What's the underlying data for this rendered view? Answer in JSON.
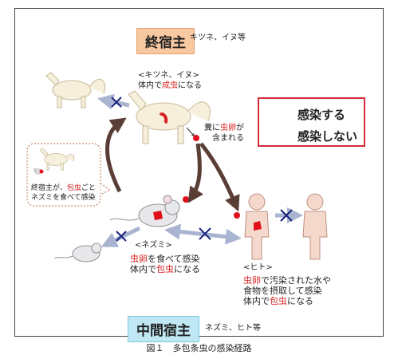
{
  "final_host": {
    "label": "終宿主",
    "examples": "キツネ、イヌ等",
    "animal_title": "<キツネ、イヌ>",
    "desc": {
      "pre": "体内で",
      "em": "成虫",
      "post": "になる"
    },
    "egg_note": {
      "pre1": "糞に",
      "em": "虫卵",
      "post1": "が",
      "line2": "含まれる"
    }
  },
  "intermediate_host": {
    "label": "中間宿主",
    "examples": "ネズミ、ヒト等",
    "rat_title": "<ネズミ>",
    "rat_desc": [
      {
        "em": "虫卵",
        "post": "を食べて感染"
      },
      {
        "pre": "体内で",
        "em": "包虫",
        "post": "になる"
      }
    ],
    "human_title": "<ヒト>",
    "human_desc": [
      {
        "em": "虫卵",
        "post": "で汚染された水や"
      },
      {
        "post": "食物を摂取して感染"
      },
      {
        "pre": "体内で",
        "em": "包虫",
        "post": "になる"
      }
    ]
  },
  "callout": {
    "line1_pre": "終宿主が、",
    "line1_em": "包虫",
    "line1_post": "ごと",
    "line2": "ネズミを食べて感染"
  },
  "legend": {
    "infects": "感染する",
    "no_infect": "感染しない"
  },
  "caption": "図１　多包条虫の感染経路",
  "colors": {
    "infect_arrow": "#5a3e36",
    "no_infect_arrow": "#a8b4d0",
    "cross": "#1a237e",
    "egg": "#e0101a",
    "legend_border": "#d42a3a"
  }
}
